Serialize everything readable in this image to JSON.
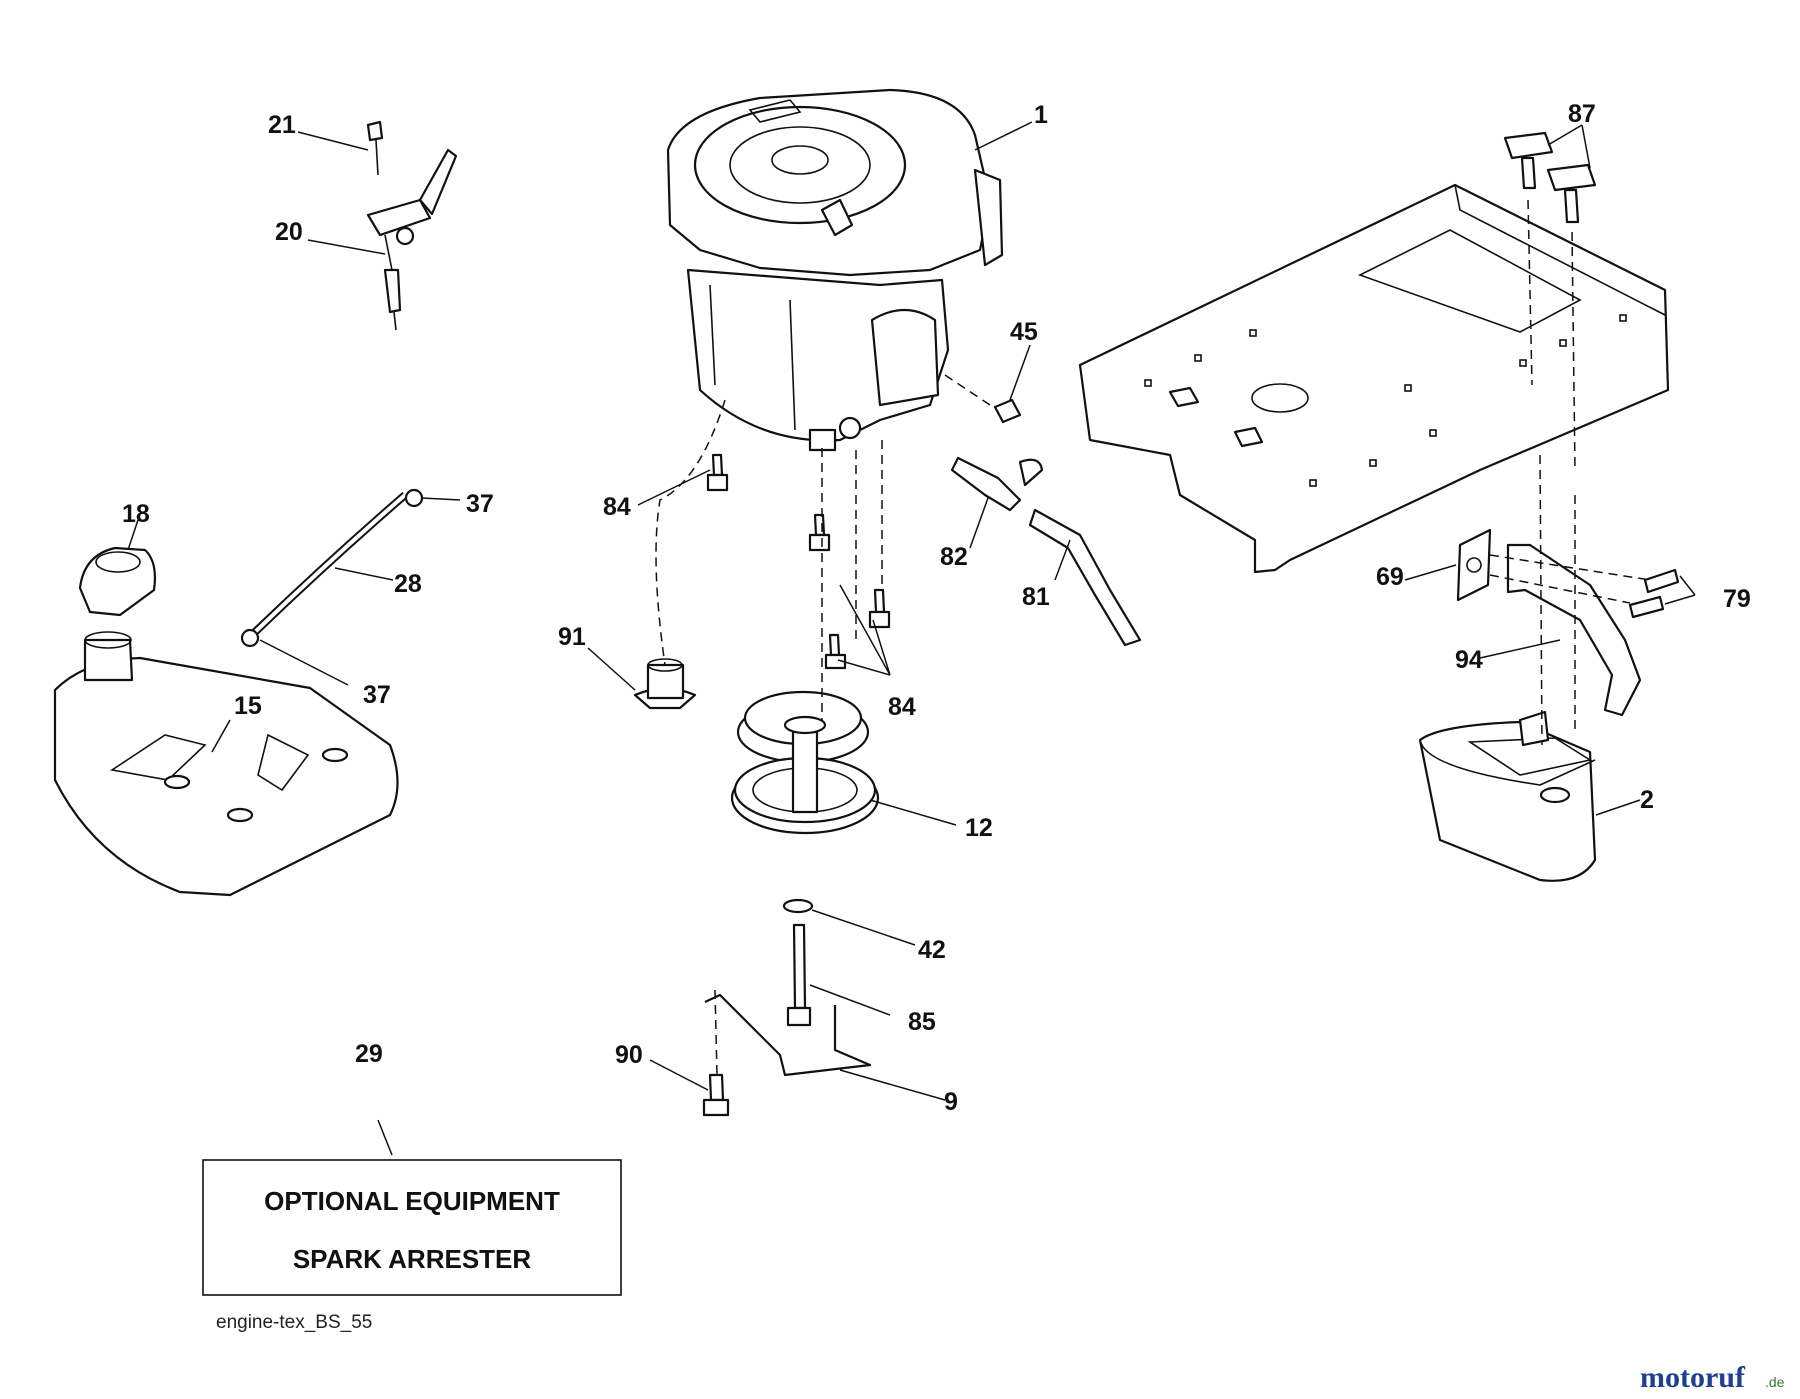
{
  "labels": {
    "p1": "1",
    "p2": "2",
    "p9": "9",
    "p12": "12",
    "p15": "15",
    "p18": "18",
    "p20": "20",
    "p21": "21",
    "p28": "28",
    "p29": "29",
    "p37a": "37",
    "p37b": "37",
    "p42": "42",
    "p45": "45",
    "p69": "69",
    "p79": "79",
    "p81": "81",
    "p82": "82",
    "p84a": "84",
    "p84b": "84",
    "p85": "85",
    "p87": "87",
    "p90": "90",
    "p91": "91",
    "p94": "94"
  },
  "optional_box": {
    "line1": "OPTIONAL EQUIPMENT",
    "line2": "SPARK ARRESTER"
  },
  "footer_code": "engine-tex_BS_55",
  "watermark": {
    "text": "motoruf",
    "suffix": ".de",
    "color_primary": "#1f3f8f",
    "color_accent": "#e08a1c"
  }
}
